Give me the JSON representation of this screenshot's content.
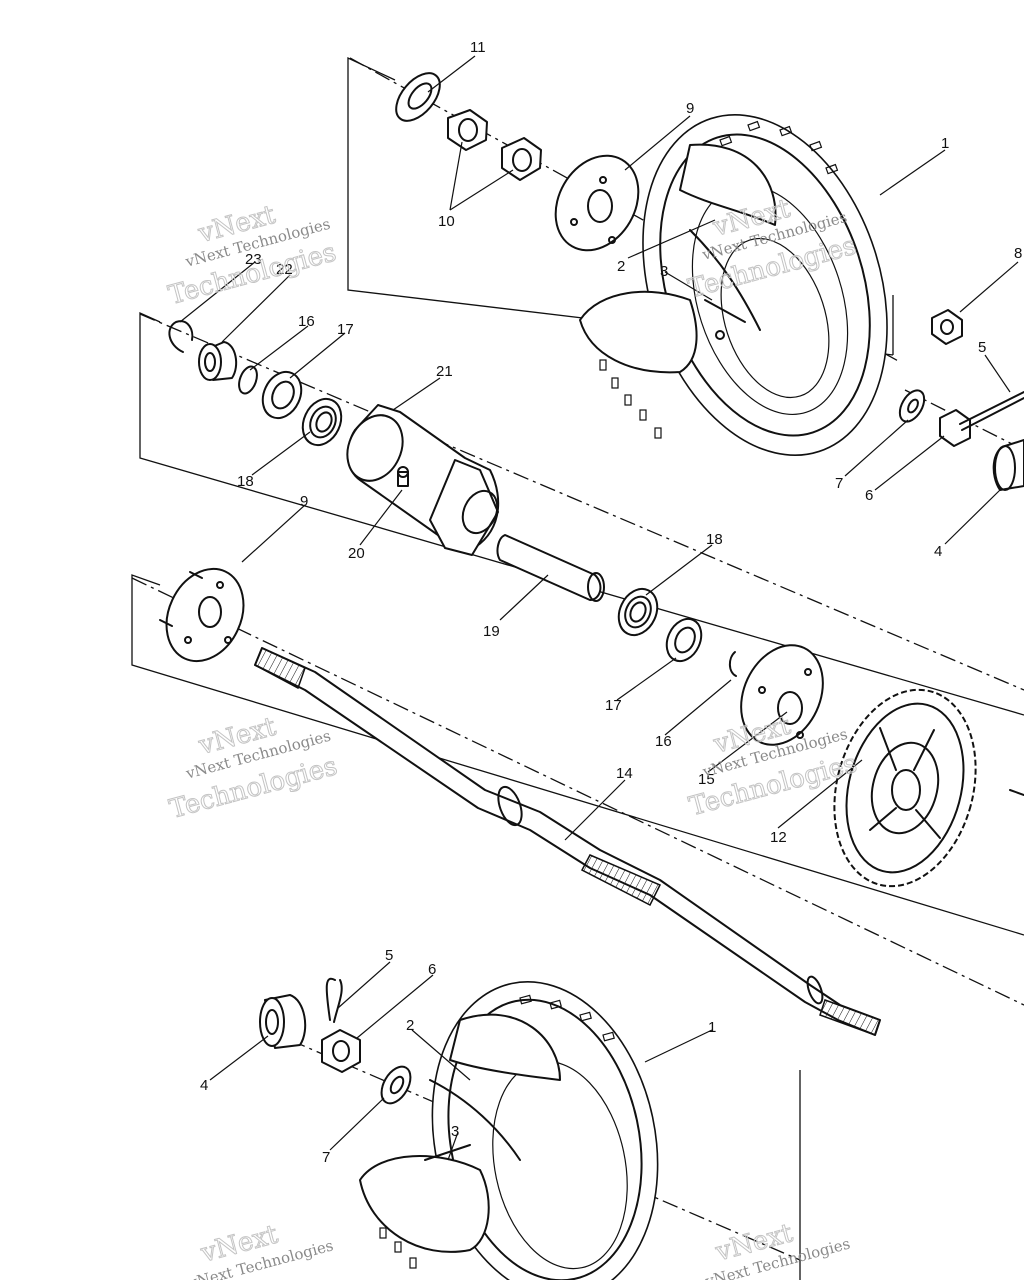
{
  "diagram": {
    "callouts": {
      "n1_top": "1",
      "n2_top": "2",
      "n3_top": "3",
      "n4_right": "4",
      "n5_right": "5",
      "n6_right": "6",
      "n7_right": "7",
      "n8": "8",
      "n9_top": "9",
      "n10": "10",
      "n11": "11",
      "n22": "22",
      "n23": "23",
      "n16_left": "16",
      "n17_left": "17",
      "n18_left": "18",
      "n21": "21",
      "n20": "20",
      "n9_mid": "9",
      "n19": "19",
      "n18_mid": "18",
      "n17_mid": "17",
      "n16_mid": "16",
      "n15": "15",
      "n12": "12",
      "n14": "14",
      "n5_bot": "5",
      "n6_bot": "6",
      "n4_bot": "4",
      "n2_bot": "2",
      "n1_bot": "1",
      "n3_bot": "3",
      "n7_bot": "7"
    },
    "watermark": {
      "line1": "vNext Technologies",
      "word1": "vNext",
      "word2": "Technologies"
    }
  }
}
